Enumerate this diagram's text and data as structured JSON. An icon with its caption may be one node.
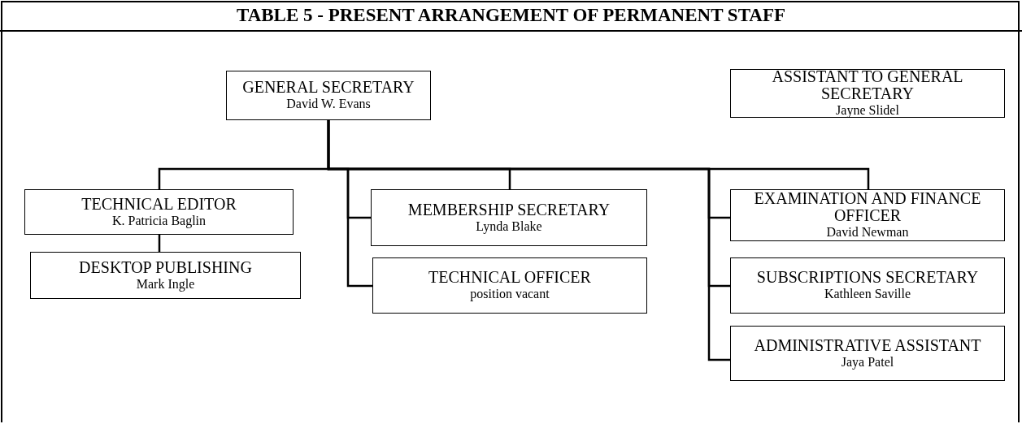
{
  "diagram": {
    "title": "TABLE 5 - PRESENT ARRANGEMENT OF PERMANENT STAFF",
    "nodes": [
      {
        "text": [
          "GENERAL SECRETARY",
          "David W. Evans"
        ]
      },
      {
        "text": [
          "ASSISTANT TO GENERAL SECRETARY",
          "Jayne Slidel"
        ]
      },
      {
        "text": [
          "TECHNICAL EDITOR",
          "K. Patricia Baglin"
        ]
      },
      {
        "text": [
          "DESKTOP PUBLISHING",
          "Mark Ingle"
        ]
      },
      {
        "text": [
          "MEMBERSHIP SECRETARY",
          "Lynda Blake"
        ]
      },
      {
        "text": [
          "TECHNICAL OFFICER",
          "position vacant"
        ]
      },
      {
        "text": [
          "EXAMINATION AND FINANCE OFFICER",
          "David Newman"
        ]
      },
      {
        "text": [
          "SUBSCRIPTIONS SECRETARY",
          "Kathleen Saville"
        ]
      },
      {
        "text": [
          "ADMINISTRATIVE ASSISTANT",
          "Jaya Patel"
        ]
      }
    ],
    "edges": [
      {
        "from": 0,
        "to": 2,
        "arrow": "none"
      },
      {
        "from": 0,
        "to": 4,
        "arrow": "none"
      },
      {
        "from": 0,
        "to": 5,
        "arrow": "none"
      },
      {
        "from": 0,
        "to": 6,
        "arrow": "none"
      },
      {
        "from": 0,
        "to": 7,
        "arrow": "none"
      },
      {
        "from": 0,
        "to": 8,
        "arrow": "none"
      },
      {
        "from": 2,
        "to": 3,
        "arrow": "none"
      }
    ]
  }
}
